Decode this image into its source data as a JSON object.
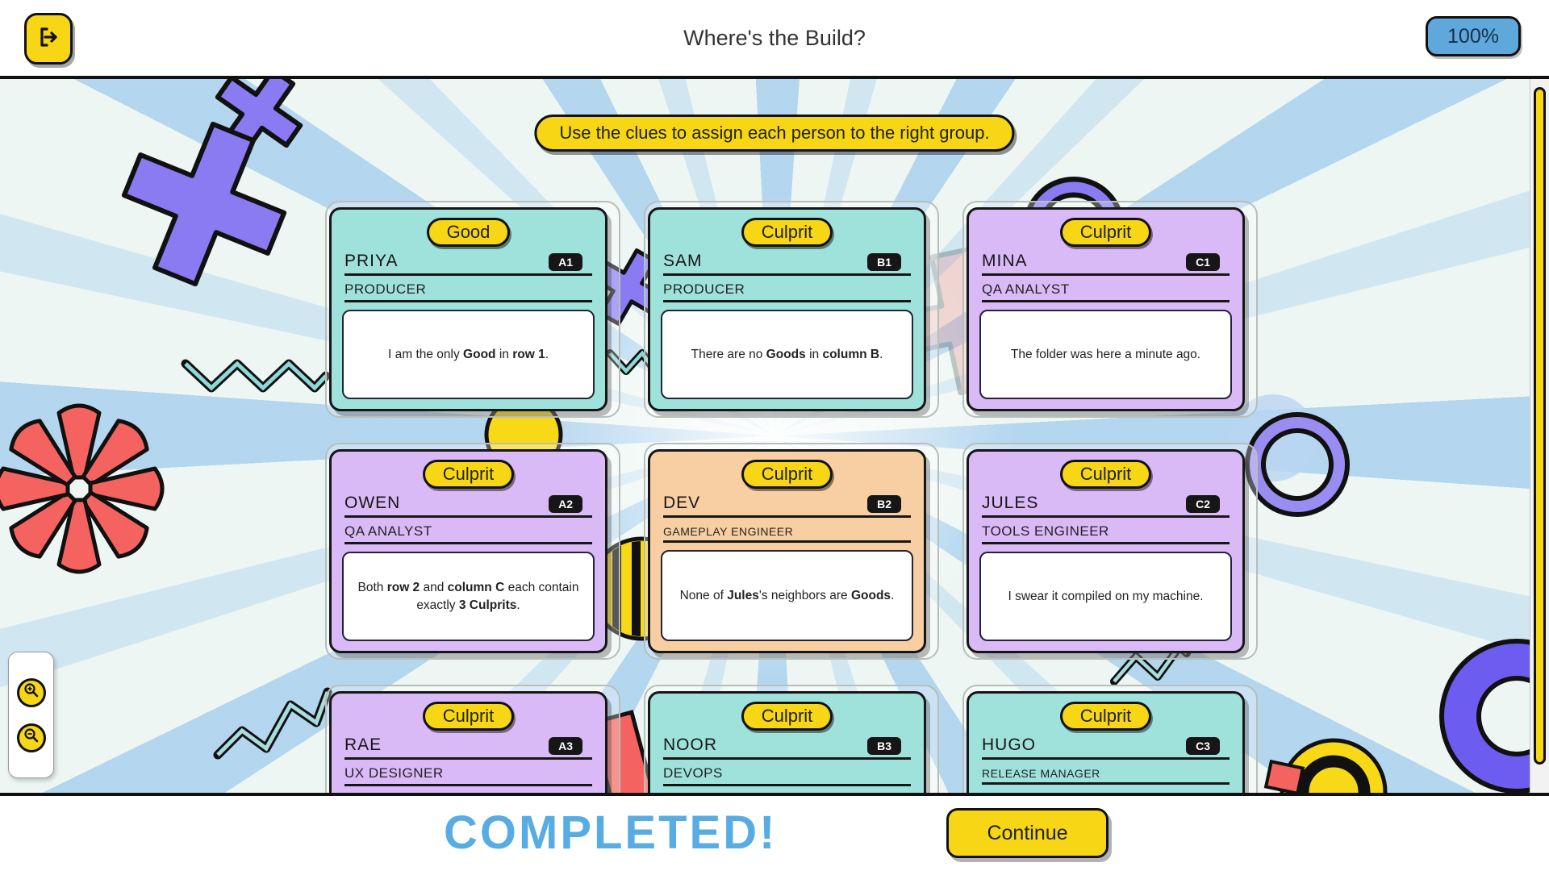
{
  "header": {
    "title": "Where's the Build?",
    "zoom_level": "100%"
  },
  "banner": {
    "text": "Use the clues to assign each person to the right group."
  },
  "colors": {
    "card": {
      "teal": "#9fe2db",
      "purple": "#dab9f7",
      "orange": "#f8cfa2"
    },
    "badge_yellow": "#f6d615",
    "accent_blue": "#5fa8dc",
    "shape_purple": "#8a7bf2",
    "shape_red": "#f4635f",
    "completed_blue": "#58ace4"
  },
  "board": {
    "cards": [
      {
        "id": "A1",
        "name": "PRIYA",
        "role": "PRODUCER",
        "badge": "Good",
        "color": "teal",
        "clue": "I am the only **Good** in **row 1**."
      },
      {
        "id": "B1",
        "name": "SAM",
        "role": "PRODUCER",
        "badge": "Culprit",
        "color": "teal",
        "clue": "There are no **Goods** in **column B**."
      },
      {
        "id": "C1",
        "name": "MINA",
        "role": "QA ANALYST",
        "badge": "Culprit",
        "color": "purple",
        "clue": "The folder was here a minute ago."
      },
      {
        "id": "A2",
        "name": "OWEN",
        "role": "QA ANALYST",
        "badge": "Culprit",
        "color": "purple",
        "clue": "Both **row 2** and **column C** each contain exactly **3 Culprits**."
      },
      {
        "id": "B2",
        "name": "DEV",
        "role": "GAMEPLAY ENGINEER",
        "badge": "Culprit",
        "color": "orange",
        "clue": "None of **Jules**'s neighbors are **Goods**."
      },
      {
        "id": "C2",
        "name": "JULES",
        "role": "TOOLS ENGINEER",
        "badge": "Culprit",
        "color": "purple",
        "clue": "I swear it compiled on my machine."
      },
      {
        "id": "A3",
        "name": "RAE",
        "role": "UX DESIGNER",
        "badge": "Culprit",
        "color": "purple",
        "clue": ""
      },
      {
        "id": "B3",
        "name": "NOOR",
        "role": "DEVOPS",
        "badge": "Culprit",
        "color": "teal",
        "clue": ""
      },
      {
        "id": "C3",
        "name": "HUGO",
        "role": "RELEASE MANAGER",
        "badge": "Culprit",
        "color": "teal",
        "clue": ""
      }
    ]
  },
  "footer": {
    "status": "COMPLETED!",
    "continue_label": "Continue"
  }
}
